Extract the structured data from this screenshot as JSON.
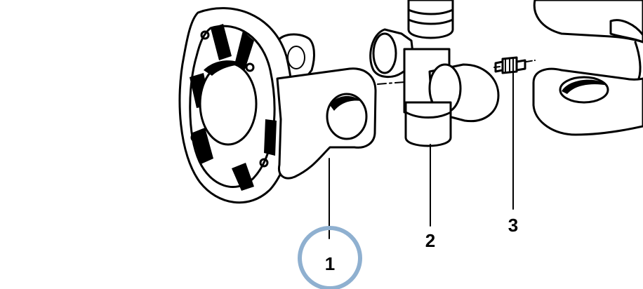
{
  "callouts": [
    {
      "id": "1",
      "label": "1",
      "highlighted": true
    },
    {
      "id": "2",
      "label": "2",
      "highlighted": false
    },
    {
      "id": "3",
      "label": "3",
      "highlighted": false
    }
  ],
  "colors": {
    "line": "#000000",
    "highlight": "#8fb0d0",
    "background": "#ffffff"
  }
}
